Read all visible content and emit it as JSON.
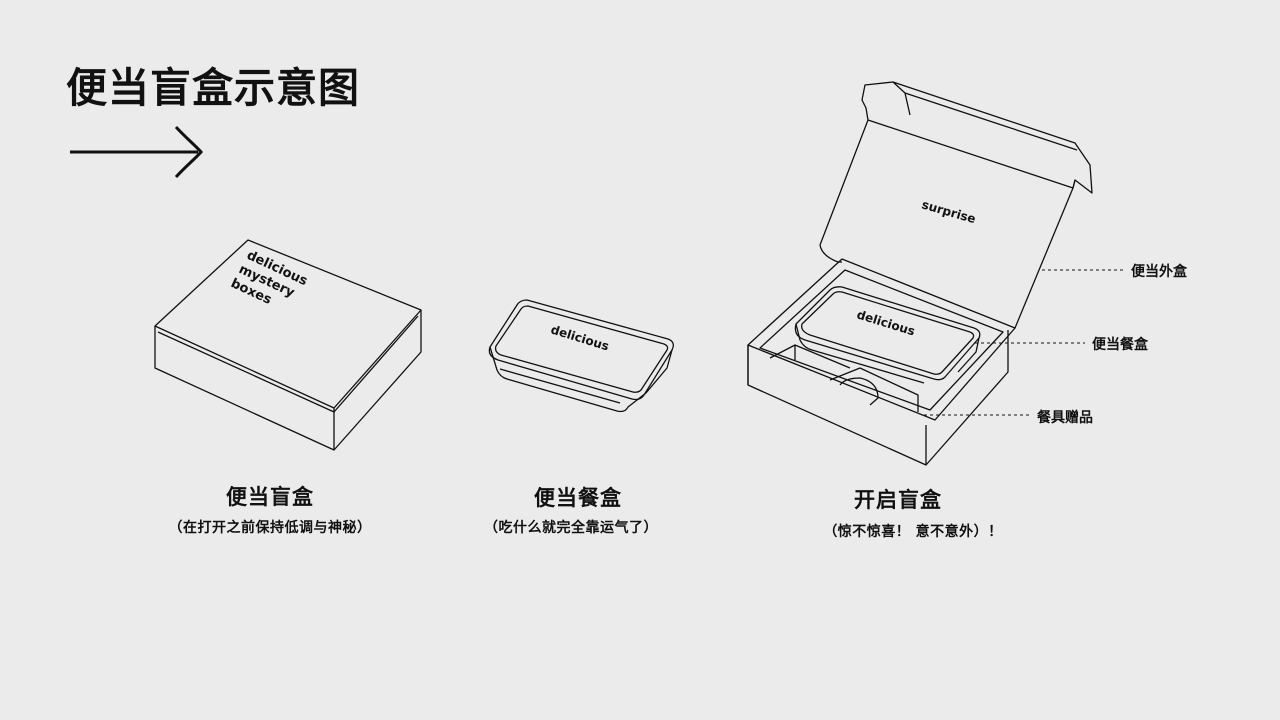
{
  "title": "便当盲盒示意图",
  "items": [
    {
      "title": "便当盲盒",
      "subtitle": "（在打开之前保持低调与神秘）"
    },
    {
      "title": "便当餐盒",
      "subtitle": "（吃什么就完全靠运气了）"
    },
    {
      "title": "开启盲盒",
      "subtitle": "（惊不惊喜！ 意不意外）！"
    }
  ],
  "box_prints": {
    "closed_box": [
      "delicious",
      "mystery",
      "boxes"
    ],
    "meal_tray": "delicious",
    "open_lid": "surprise",
    "open_tray": "delicious"
  },
  "callouts": {
    "outer_box": "便当外盒",
    "meal_box": "便当餐盒",
    "utensil_gift": "餐具赠品"
  }
}
